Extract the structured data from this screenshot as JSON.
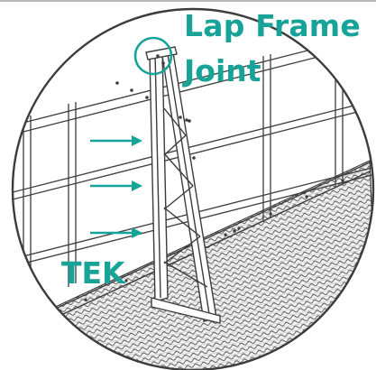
{
  "labels": {
    "lap_frame": "Lap Frame",
    "joint": "Joint",
    "tek": "TEK"
  },
  "colors": {
    "accent": "#17a398",
    "line": "#3c3c3c",
    "border": "#b8b8b8",
    "background": "#ffffff"
  },
  "icons": {
    "callout": "circle-highlight",
    "pointer": "right-arrow"
  }
}
